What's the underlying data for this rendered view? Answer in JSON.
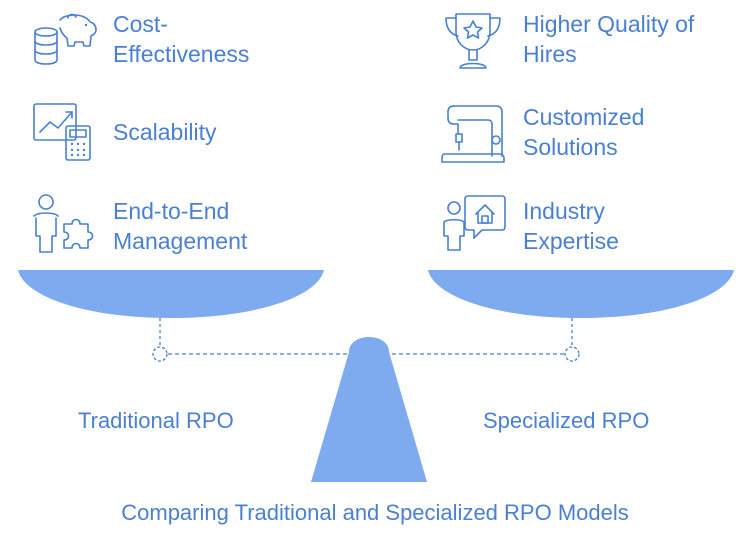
{
  "colors": {
    "accent": "#4a7fd4",
    "shape_fill": "#7eaaf0",
    "background": "#ffffff"
  },
  "left_items": [
    {
      "icon": "coins-piggy-bank-icon",
      "line1": "Cost-",
      "line2": "Effectiveness"
    },
    {
      "icon": "chart-calculator-icon",
      "line1": "Scalability",
      "line2": ""
    },
    {
      "icon": "person-puzzle-icon",
      "line1": "End-to-End",
      "line2": "Management"
    }
  ],
  "right_items": [
    {
      "icon": "trophy-star-icon",
      "line1": "Higher Quality of",
      "line2": "Hires"
    },
    {
      "icon": "sewing-machine-icon",
      "line1": "Customized",
      "line2": "Solutions"
    },
    {
      "icon": "person-house-icon",
      "line1": "Industry",
      "line2": "Expertise"
    }
  ],
  "left_caption": "Traditional RPO",
  "right_caption": "Specialized RPO",
  "title": "Comparing Traditional and Specialized RPO Models"
}
